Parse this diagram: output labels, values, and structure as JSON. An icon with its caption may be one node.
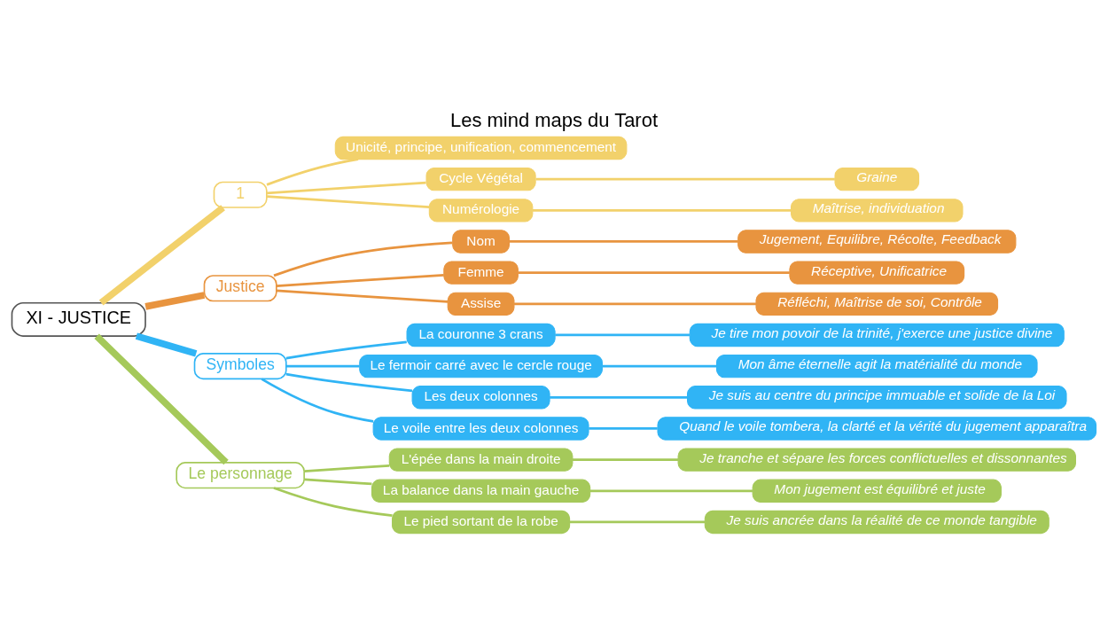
{
  "diagram": {
    "title": "Les mind maps du Tarot",
    "nodes": [
      {
        "text": [
          "XI - JUSTICE"
        ]
      },
      {
        "text": [
          "1"
        ]
      },
      {
        "text": [
          "Unicité, principe, unification, commencement"
        ]
      },
      {
        "text": [
          "Cycle Végétal"
        ]
      },
      {
        "text": [
          "Graine"
        ]
      },
      {
        "text": [
          "Numérologie"
        ]
      },
      {
        "text": [
          "Maîtrise, individuation"
        ]
      },
      {
        "text": [
          "Justice"
        ]
      },
      {
        "text": [
          "Nom"
        ]
      },
      {
        "text": [
          "Jugement, Equilibre, Récolte, Feedback"
        ]
      },
      {
        "text": [
          "Femme"
        ]
      },
      {
        "text": [
          "Réceptive, Unificatrice"
        ]
      },
      {
        "text": [
          "Assise"
        ]
      },
      {
        "text": [
          "Réfléchi, Maîtrise de soi, Contrôle"
        ]
      },
      {
        "text": [
          "Symboles"
        ]
      },
      {
        "text": [
          "La couronne 3 crans"
        ]
      },
      {
        "text": [
          "Je tire mon povoir de la trinité, j'exerce une justice divine"
        ]
      },
      {
        "text": [
          "Le fermoir carré avec le cercle rouge"
        ]
      },
      {
        "text": [
          "Mon âme éternelle agit la matérialité du monde"
        ]
      },
      {
        "text": [
          "Les deux colonnes"
        ]
      },
      {
        "text": [
          "Je suis au centre du principe immuable et solide de la Loi"
        ]
      },
      {
        "text": [
          "Le voile entre les deux colonnes"
        ]
      },
      {
        "text": [
          "Quand le voile tombera, la clarté et la vérité du jugement apparaîtra"
        ]
      },
      {
        "text": [
          "Le personnage"
        ]
      },
      {
        "text": [
          "L'épée dans la main droite"
        ]
      },
      {
        "text": [
          "Je tranche et sépare les forces conflictuelles et dissonnantes"
        ]
      },
      {
        "text": [
          "La balance dans la main gauche"
        ]
      },
      {
        "text": [
          "Mon jugement est équilibré et juste"
        ]
      },
      {
        "text": [
          "Le pied sortant de la robe"
        ]
      },
      {
        "text": [
          "Je suis ancrée dans la réalité de ce monde tangible"
        ]
      }
    ],
    "edges": [
      {
        "from": 0,
        "to": 1,
        "arrow": "none",
        "style": "thick",
        "color": "#f2d16b"
      },
      {
        "from": 1,
        "to": 2,
        "arrow": "none",
        "color": "#f2d16b"
      },
      {
        "from": 1,
        "to": 3,
        "arrow": "none",
        "color": "#f2d16b"
      },
      {
        "from": 3,
        "to": 4,
        "arrow": "none",
        "color": "#f2d16b"
      },
      {
        "from": 1,
        "to": 5,
        "arrow": "none",
        "color": "#f2d16b"
      },
      {
        "from": 5,
        "to": 6,
        "arrow": "none",
        "color": "#f2d16b"
      },
      {
        "from": 0,
        "to": 7,
        "arrow": "none",
        "style": "thick",
        "color": "#e8943f"
      },
      {
        "from": 7,
        "to": 8,
        "arrow": "none",
        "color": "#e8943f"
      },
      {
        "from": 8,
        "to": 9,
        "arrow": "none",
        "color": "#e8943f"
      },
      {
        "from": 7,
        "to": 10,
        "arrow": "none",
        "color": "#e8943f"
      },
      {
        "from": 10,
        "to": 11,
        "arrow": "none",
        "color": "#e8943f"
      },
      {
        "from": 7,
        "to": 12,
        "arrow": "none",
        "color": "#e8943f"
      },
      {
        "from": 12,
        "to": 13,
        "arrow": "none",
        "color": "#e8943f"
      },
      {
        "from": 0,
        "to": 14,
        "arrow": "none",
        "style": "thick",
        "color": "#30b4f5"
      },
      {
        "from": 14,
        "to": 15,
        "arrow": "none",
        "color": "#30b4f5"
      },
      {
        "from": 15,
        "to": 16,
        "arrow": "none",
        "color": "#30b4f5"
      },
      {
        "from": 14,
        "to": 17,
        "arrow": "none",
        "color": "#30b4f5"
      },
      {
        "from": 17,
        "to": 18,
        "arrow": "none",
        "color": "#30b4f5"
      },
      {
        "from": 14,
        "to": 19,
        "arrow": "none",
        "color": "#30b4f5"
      },
      {
        "from": 19,
        "to": 20,
        "arrow": "none",
        "color": "#30b4f5"
      },
      {
        "from": 14,
        "to": 21,
        "arrow": "none",
        "color": "#30b4f5"
      },
      {
        "from": 21,
        "to": 22,
        "arrow": "none",
        "color": "#30b4f5"
      },
      {
        "from": 0,
        "to": 23,
        "arrow": "none",
        "style": "thick",
        "color": "#a5c95a"
      },
      {
        "from": 23,
        "to": 24,
        "arrow": "none",
        "color": "#a5c95a"
      },
      {
        "from": 24,
        "to": 25,
        "arrow": "none",
        "color": "#a5c95a"
      },
      {
        "from": 23,
        "to": 26,
        "arrow": "none",
        "color": "#a5c95a"
      },
      {
        "from": 26,
        "to": 27,
        "arrow": "none",
        "color": "#a5c95a"
      },
      {
        "from": 23,
        "to": 28,
        "arrow": "none",
        "color": "#a5c95a"
      },
      {
        "from": 28,
        "to": 29,
        "arrow": "none",
        "color": "#a5c95a"
      }
    ]
  }
}
